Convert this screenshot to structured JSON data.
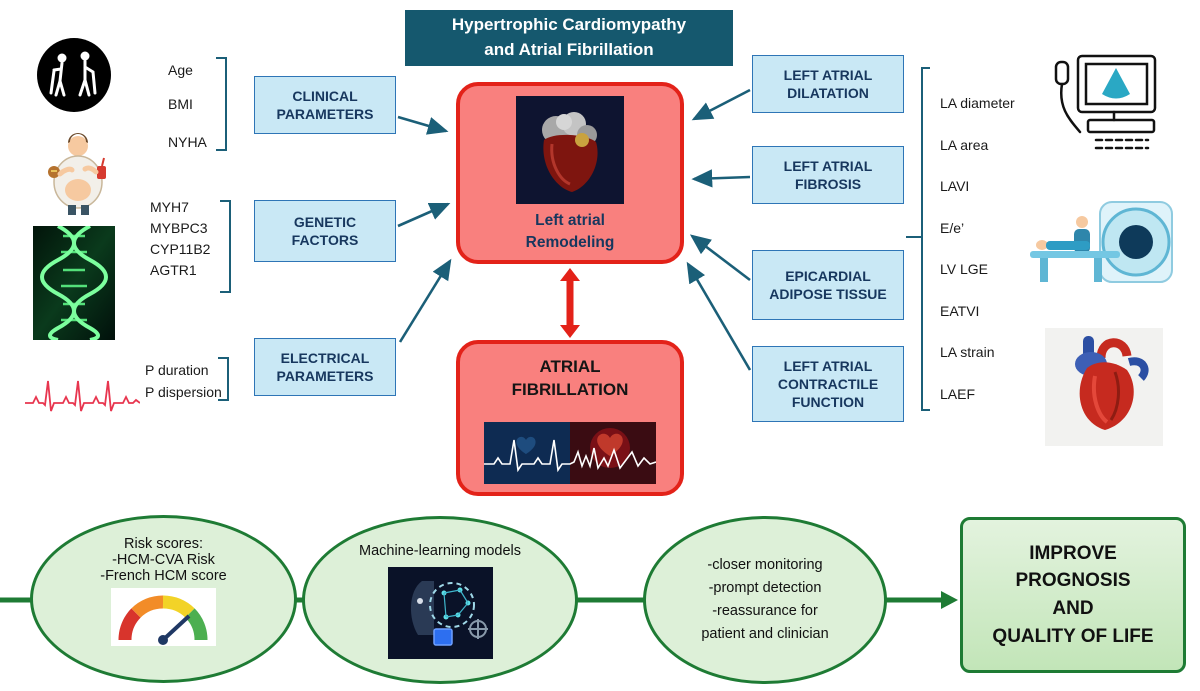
{
  "title": {
    "line1": "Hypertrophic Cardiomypathy",
    "line2": "and Atrial Fibrillation"
  },
  "left_column": {
    "clinical": {
      "label": "CLINICAL PARAMETERS",
      "items": [
        "Age",
        "BMI",
        "NYHA"
      ]
    },
    "genetic": {
      "label": "GENETIC FACTORS",
      "items": [
        "MYH7",
        "MYBPC3",
        "CYP11B2",
        "AGTR1"
      ]
    },
    "electrical": {
      "label": "ELECTRICAL PARAMETERS",
      "items": [
        "P duration",
        "P dispersion"
      ]
    }
  },
  "center": {
    "remodeling": {
      "line1": "Left atrial",
      "line2": "Remodeling"
    },
    "af": {
      "line1": "ATRIAL",
      "line2": "FIBRILLATION"
    }
  },
  "right_column": {
    "boxes": [
      "LEFT ATRIAL DILATATION",
      "LEFT ATRIAL FIBROSIS",
      "EPICARDIAL ADIPOSE TISSUE",
      "LEFT ATRIAL CONTRACTILE FUNCTION"
    ],
    "measures": [
      "LA diameter",
      "LA area",
      "LAVI",
      "E/e’",
      "LV LGE",
      "EATVI",
      "LA strain",
      "LAEF"
    ]
  },
  "bottom": {
    "risk": {
      "lines": [
        "Risk scores:",
        "-HCM-CVA Risk",
        "-French HCM score"
      ]
    },
    "ml": {
      "label": "Machine-learning models"
    },
    "benefits": {
      "lines": [
        "-closer monitoring",
        "-prompt detection",
        "-reassurance for",
        "patient and clinician"
      ]
    },
    "outcome": {
      "lines": [
        "IMPROVE",
        "PROGNOSIS",
        "AND",
        "QUALITY OF LIFE"
      ]
    }
  },
  "icons": {
    "elderly": "elderly-people-icon",
    "obesity": "obese-person-icon",
    "dna": "dna-helix-icon",
    "ecg": "ecg-trace-icon",
    "heart3d": "heart-3d-image",
    "af_ecg": "afib-ecg-image",
    "ultrasound": "echocardiography-machine-icon",
    "mri": "mri-scanner-icon",
    "heart_anatomy": "heart-anatomy-image",
    "gauge": "risk-gauge-icon",
    "ai": "machine-learning-brain-icon"
  },
  "colors": {
    "title_bg": "#15586E",
    "box_blue": "#C9E8F5",
    "box_blue_border": "#2E75B6",
    "red_fill": "#F9807E",
    "red_border": "#E32219",
    "arrow_teal": "#1B5F78",
    "green_fill": "#DDF0D8",
    "green_border": "#1E7B34",
    "text_dark": "#17375E"
  }
}
